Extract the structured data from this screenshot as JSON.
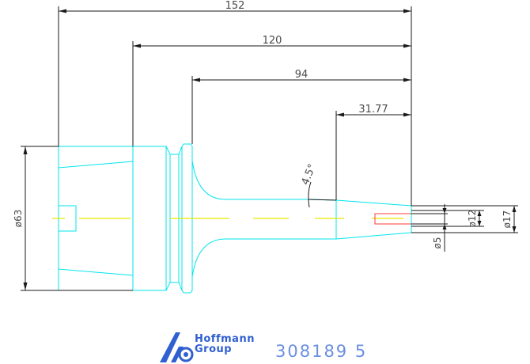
{
  "dimensions": {
    "overall_length": "152",
    "flange_to_tip": "120",
    "neck_to_tip": "94",
    "taper_length": "31.77",
    "taper_angle": "4.5°",
    "body_diameter": "ø63",
    "tip_diameter": "ø17",
    "bore_diameter": "ø12",
    "inner_bore_diameter": "ø5"
  },
  "logo": {
    "line1": "Hoffmann",
    "line2": "Group"
  },
  "article_number": "308189 5",
  "colors": {
    "part_outline": "#00e5ee",
    "dimension_lines": "#1a1a1a",
    "center_line": "#e6e600",
    "bore_line": "#ff3b3b",
    "logo_blue": "#2f5fd0"
  },
  "icons": {
    "logo": "hoffmann-group-logo-icon"
  }
}
